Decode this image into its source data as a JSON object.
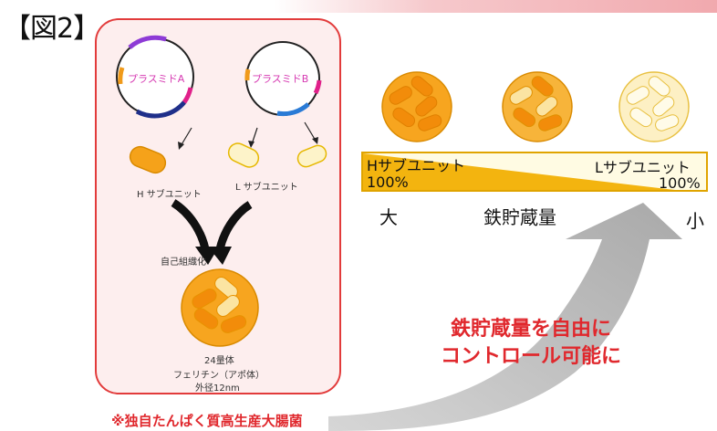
{
  "figure_label": "【図2】",
  "left_panel": {
    "plasmid_a": "プラスミドA",
    "plasmid_b": "プラスミドB",
    "h_subunit": "H サブユニット",
    "l_subunit": "L サブユニット",
    "self_assembly": "自己組織化",
    "oligomer": "24量体",
    "ferritin": "フェリチン（アポ体）",
    "diameter": "外径12nm"
  },
  "scale": {
    "h_label": "Hサブユニット",
    "h_percent": "100%",
    "l_label": "Lサブユニット",
    "l_percent": "100%",
    "large": "大",
    "axis_title": "鉄貯蔵量",
    "small": "小"
  },
  "callout": {
    "line1": "鉄貯蔵量を自由に",
    "line2": "コントロール可能に"
  },
  "footnote": "※独自たんぱく質高生産大腸菌",
  "colors": {
    "panel_border": "#e23b3b",
    "panel_fill": "#fdeeee",
    "h_subunit": "#f5a21a",
    "l_subunit": "#fbe7a4",
    "callout_red": "#e0282d",
    "bar_gold": "#f3b40f"
  }
}
